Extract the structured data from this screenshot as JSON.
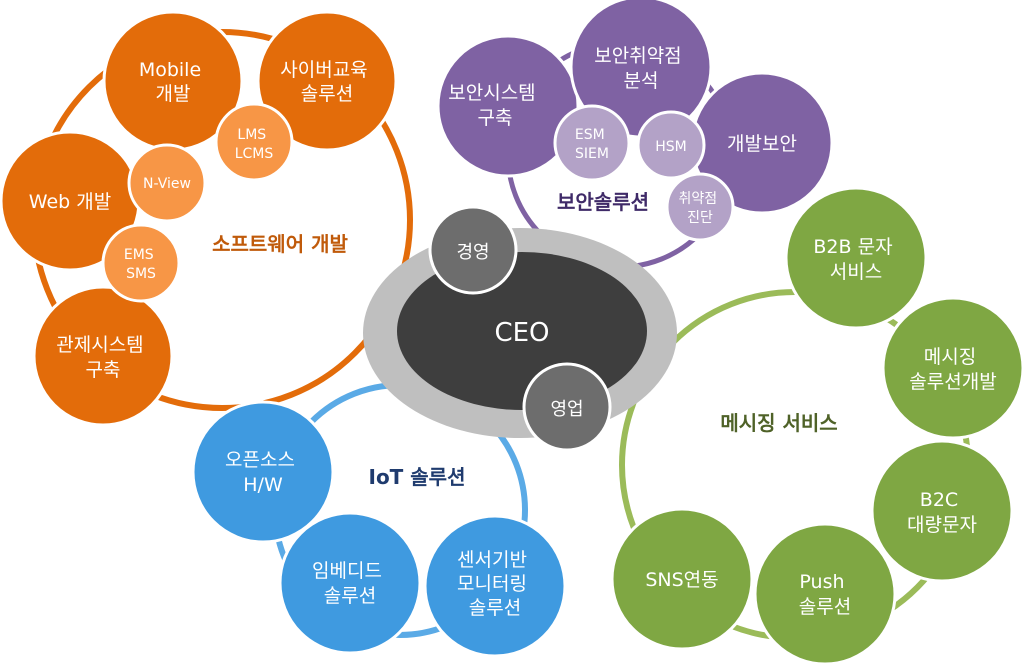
{
  "colors": {
    "orange": "#e36c0a",
    "orange_light": "#f79646",
    "purple": "#7f62a3",
    "purple_light": "#b3a2c7",
    "purple_text": "#3f2a68",
    "green": "#7fa743",
    "green_ring": "#9bbb59",
    "green_text": "#4f6228",
    "blue": "#3f9ae0",
    "blue_ring": "#5aaae6",
    "blue_text": "#1f3b6e",
    "gray": "#6d6d6d",
    "dark": "#3e3e3e",
    "ellipse_outer": "#bfbfbf",
    "white": "#ffffff"
  },
  "center": {
    "ceo": "CEO",
    "management": "경영",
    "sales": "영업"
  },
  "software": {
    "title": "소프트웨어 개발",
    "mobile": [
      "Mobile",
      "개발"
    ],
    "cyber_edu": [
      "사이버교육",
      "솔루션"
    ],
    "lms": [
      "LMS",
      "LCMS"
    ],
    "nview": [
      "N-View"
    ],
    "web": [
      "Web 개발"
    ],
    "ems": [
      "EMS",
      "SMS"
    ],
    "control": [
      "관제시스템",
      "구축"
    ]
  },
  "security": {
    "title": "보안솔루션",
    "system_build": [
      "보안시스템",
      "구축"
    ],
    "vuln_analysis": [
      "보안취약점",
      "분석"
    ],
    "esm": [
      "ESM",
      "SIEM"
    ],
    "hsm": [
      "HSM"
    ],
    "dev_security": [
      "개발보안"
    ],
    "vuln_diag": [
      "취약점",
      "진단"
    ]
  },
  "messaging": {
    "title": "메시징 서비스",
    "b2b": [
      "B2B 문자",
      "서비스"
    ],
    "msg_dev": [
      "메시징",
      "솔루션개발"
    ],
    "b2c": [
      "B2C",
      "대량문자"
    ],
    "push": [
      "Push",
      "솔루션"
    ],
    "sns": [
      "SNS연동"
    ]
  },
  "iot": {
    "title": "IoT 솔루션",
    "opensource": [
      "오픈소스",
      "H/W"
    ],
    "embedded": [
      "임베디드",
      "솔루션"
    ],
    "sensor": [
      "센서기반",
      "모니터링",
      "솔루션"
    ]
  }
}
